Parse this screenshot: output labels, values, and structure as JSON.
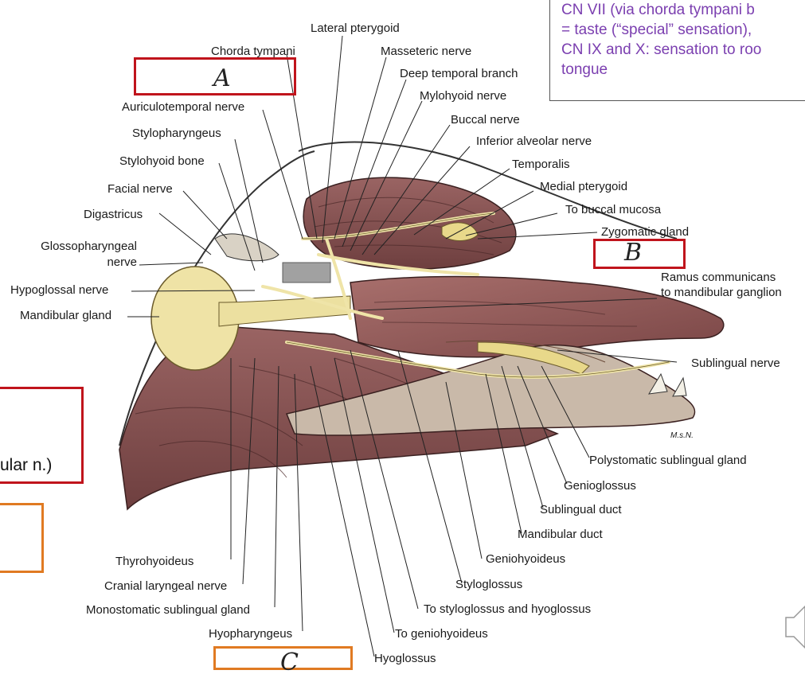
{
  "note": {
    "lines": [
      "CN VII (via chorda tympani b",
      "= taste (“special” sensation),",
      "CN IX and X: sensation to roo",
      "tongue"
    ],
    "color": "#7b3fb0"
  },
  "boxes": {
    "a": {
      "letter": "A",
      "color": "#c0141c"
    },
    "b": {
      "letter": "B",
      "color": "#c0141c"
    },
    "c": {
      "letter": "C",
      "color": "#e07a22"
    },
    "left_red": {
      "color": "#c0141c"
    },
    "left_orange": {
      "color": "#e07a22"
    }
  },
  "side_text": "ular n.)",
  "labels": {
    "lateral_pterygoid": "Lateral pterygoid",
    "chorda_tympani": "Chorda tympani",
    "masseteric_nerve": "Masseteric nerve",
    "deep_temporal_branch": "Deep temporal branch",
    "mylohyoid_nerve": "Mylohyoid nerve",
    "auriculotemporal_nerve": "Auriculotemporal nerve",
    "buccal_nerve": "Buccal nerve",
    "stylopharyngeus": "Stylopharyngeus",
    "inferior_alveolar_nerve": "Inferior alveolar nerve",
    "stylohyoid_bone": "Stylohyoid bone",
    "temporalis": "Temporalis",
    "facial_nerve": "Facial nerve",
    "medial_pterygoid": "Medial pterygoid",
    "digastricus": "Digastricus",
    "to_buccal_mucosa": "To buccal mucosa",
    "zygomatic_gland": "Zygomatic gland",
    "glossopharyngeal_1": "Glossopharyngeal",
    "glossopharyngeal_2": "nerve",
    "hypoglossal_nerve": "Hypoglossal nerve",
    "ramus_1": "Ramus communicans",
    "ramus_2": "to mandibular ganglion",
    "mandibular_gland": "Mandibular gland",
    "sublingual_nerve": "Sublingual nerve",
    "polystomatic": "Polystomatic sublingual gland",
    "genioglossus": "Genioglossus",
    "sublingual_duct": "Sublingual duct",
    "mandibular_duct": "Mandibular duct",
    "geniohyoideus": "Geniohyoideus",
    "thyrohyoideus": "Thyrohyoideus",
    "styloglossus": "Styloglossus",
    "cranial_laryngeal": "Cranial laryngeal nerve",
    "monostomatic": "Monostomatic sublingual gland",
    "to_styloglossus": "To styloglossus and hyoglossus",
    "hyopharyngeus": "Hyopharyngeus",
    "to_geniohyoideus": "To geniohyoideus",
    "hyoglossus": "Hyoglossus",
    "signature": "M.s.N."
  }
}
